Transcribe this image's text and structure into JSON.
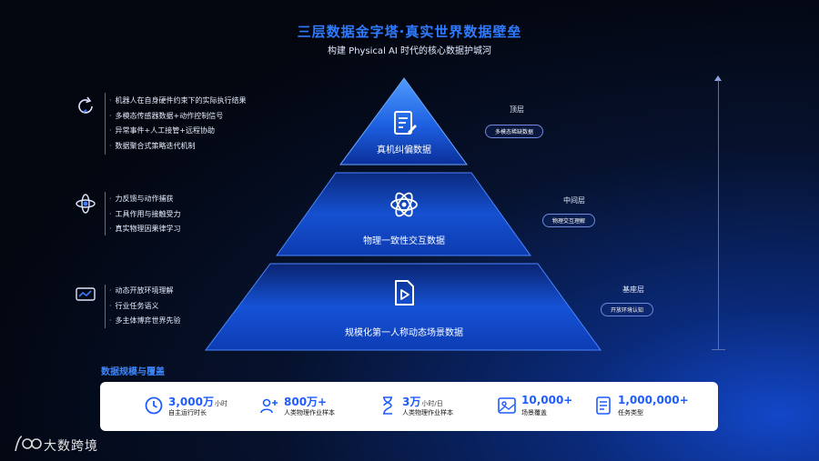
{
  "header": {
    "title": "三层数据金字塔·真实世界数据壁垒",
    "subtitle": "构建 Physical AI 时代的核心数据护城河"
  },
  "layers": [
    {
      "label": "真机纠偏数据",
      "icon": "document-edit-icon",
      "tier_name": "顶层",
      "tier_badge": "多模态稀缺数据",
      "side_icon": "refresh-cycle-icon",
      "bullets": [
        "机器人在自身硬件约束下的实际执行结果",
        "多模态传感器数据+动作控制信号",
        "异常事件+人工接管+远程协助",
        "数据聚合式策略迭代机制"
      ]
    },
    {
      "label": "物理一致性交互数据",
      "icon": "atom-icon",
      "tier_name": "中间层",
      "tier_badge": "物理交互理解",
      "side_icon": "orbit-icon",
      "bullets": [
        "力反馈与动作捕获",
        "工具作用与接触受力",
        "真实物理因果律学习"
      ]
    },
    {
      "label": "规模化第一人称动态场景数据",
      "icon": "video-play-icon",
      "tier_name": "基座层",
      "tier_badge": "开放环境认知",
      "side_icon": "monitor-chart-icon",
      "bullets": [
        "动态开放环境理解",
        "行业任务语义",
        "多主体博弈世界先验"
      ]
    }
  ],
  "stats_section": {
    "title": "数据规模与覆盖",
    "items": [
      {
        "value": "3,000万",
        "unit": "小时",
        "label": "自主运行时长",
        "icon": "clock-icon"
      },
      {
        "value": "800万+",
        "unit": "",
        "label": "人类物理作业样本",
        "icon": "users-add-icon"
      },
      {
        "value": "3万",
        "unit": "小时/日",
        "label": "人类物理作业样本",
        "icon": "hourglass-icon"
      },
      {
        "value": "10,000+",
        "unit": "",
        "label": "场景覆盖",
        "icon": "image-grid-icon"
      },
      {
        "value": "1,000,000+",
        "unit": "",
        "label": "任务类型",
        "icon": "task-list-icon"
      }
    ]
  },
  "footer": {
    "logo_text": "大数跨境",
    "logo_icon": "brand-logo-icon"
  },
  "colors": {
    "accent": "#2f7bff",
    "pyramid_top": "#3a8bff",
    "pyramid_bottom": "#0a2a8a"
  }
}
